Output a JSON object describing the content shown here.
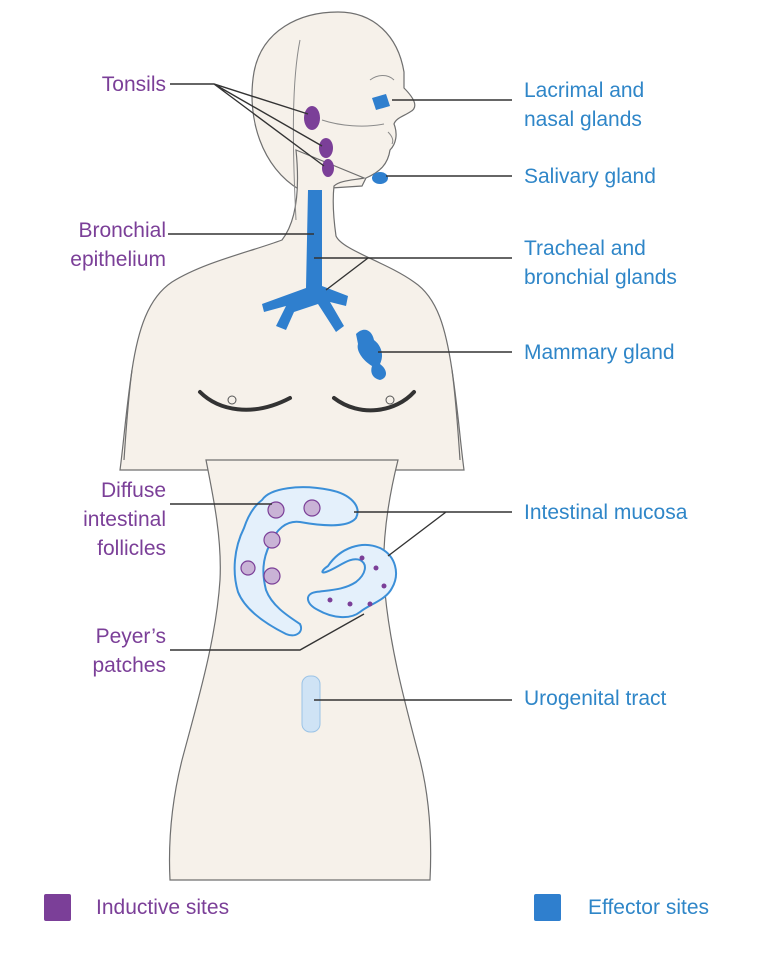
{
  "colors": {
    "inductive": "#7b3f98",
    "effector": "#2f7fce",
    "effector_label": "#2f86c8",
    "inductive_label": "#7b3f98",
    "body_fill": "#f6f1ea",
    "body_outline": "#6f6f6f",
    "leader_line": "#333333"
  },
  "labels": {
    "inductive": {
      "tonsils": [
        "Tonsils"
      ],
      "bronchial_epithelium": [
        "Bronchial",
        "epithelium"
      ],
      "diffuse_follicles": [
        "Diffuse",
        "intestinal",
        "follicles"
      ],
      "peyers_patches": [
        "Peyer’s",
        "patches"
      ]
    },
    "effector": {
      "lacrimal_nasal": [
        "Lacrimal and",
        "nasal glands"
      ],
      "salivary": [
        "Salivary gland"
      ],
      "tracheal_bronchial": [
        "Tracheal and",
        "bronchial glands"
      ],
      "mammary": [
        "Mammary gland"
      ],
      "intestinal_mucosa": [
        "Intestinal mucosa"
      ],
      "urogenital": [
        "Urogenital tract"
      ]
    }
  },
  "legend": {
    "inductive": {
      "label": "Inductive sites",
      "icon": "purple-square-icon"
    },
    "effector": {
      "label": "Effector sites",
      "icon": "blue-square-icon"
    }
  }
}
